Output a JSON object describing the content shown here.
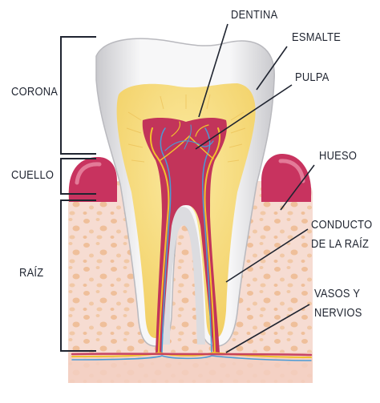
{
  "labels": {
    "corona": "CORONA",
    "cuello": "CUELLO",
    "raiz": "RAÍZ",
    "dentina": "DENTINA",
    "esmalte": "ESMALTE",
    "pulpa": "PULPA",
    "hueso": "HUESO",
    "conducto_line1": "CONDUCTO",
    "conducto_line2": "DE LA RAÍZ",
    "vasos_line1": "VASOS Y",
    "vasos_line2": "NERVIOS"
  },
  "colors": {
    "enamel": "#e9e9eb",
    "dentin": "#f6d874",
    "pulp": "#c2345a",
    "gum": "#c8335f",
    "bone": "#f6dcd2",
    "bone_spots": "#efbf9a",
    "nerve_yellow": "#f2c12e",
    "vessel_blue": "#4a9bd6",
    "line": "#1f2430"
  }
}
